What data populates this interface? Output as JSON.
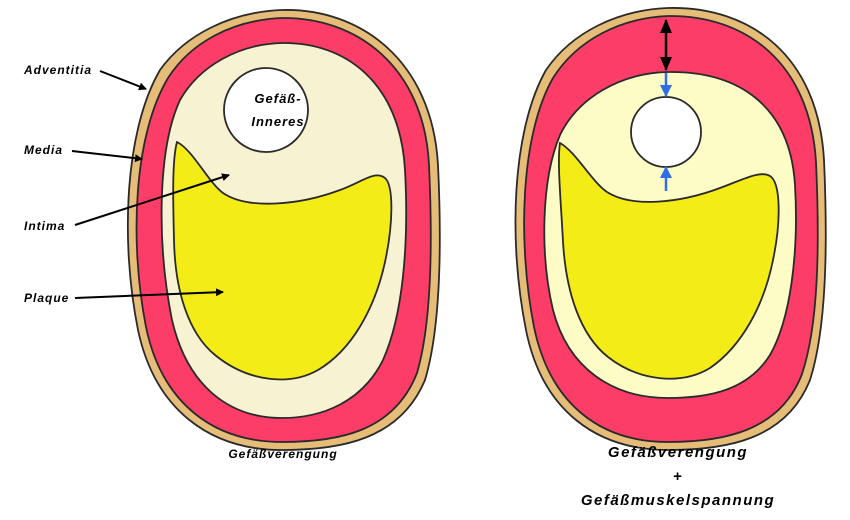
{
  "colors": {
    "adventitia": "#e6bd78",
    "media": "#fb3d67",
    "intima_left": "#f7f2d2",
    "intima_right": "#fdfbc6",
    "plaque": "#f4ec16",
    "lumen": "#ffffff",
    "arrow_black": "#000000",
    "arrow_blue": "#2f6ee8"
  },
  "left_vessel": {
    "labels": {
      "adventitia": "Adventitia",
      "media": "Media",
      "intima": "Intima",
      "plaque": "Plaque"
    },
    "lumen_line1": "Gefäß-",
    "lumen_line2": "Inneres",
    "caption": "Gefäßverengung"
  },
  "right_vessel": {
    "caption_line1": "Gefäßverengung",
    "caption_plus": "+",
    "caption_line2": "Gefäßmuskelspannung"
  }
}
